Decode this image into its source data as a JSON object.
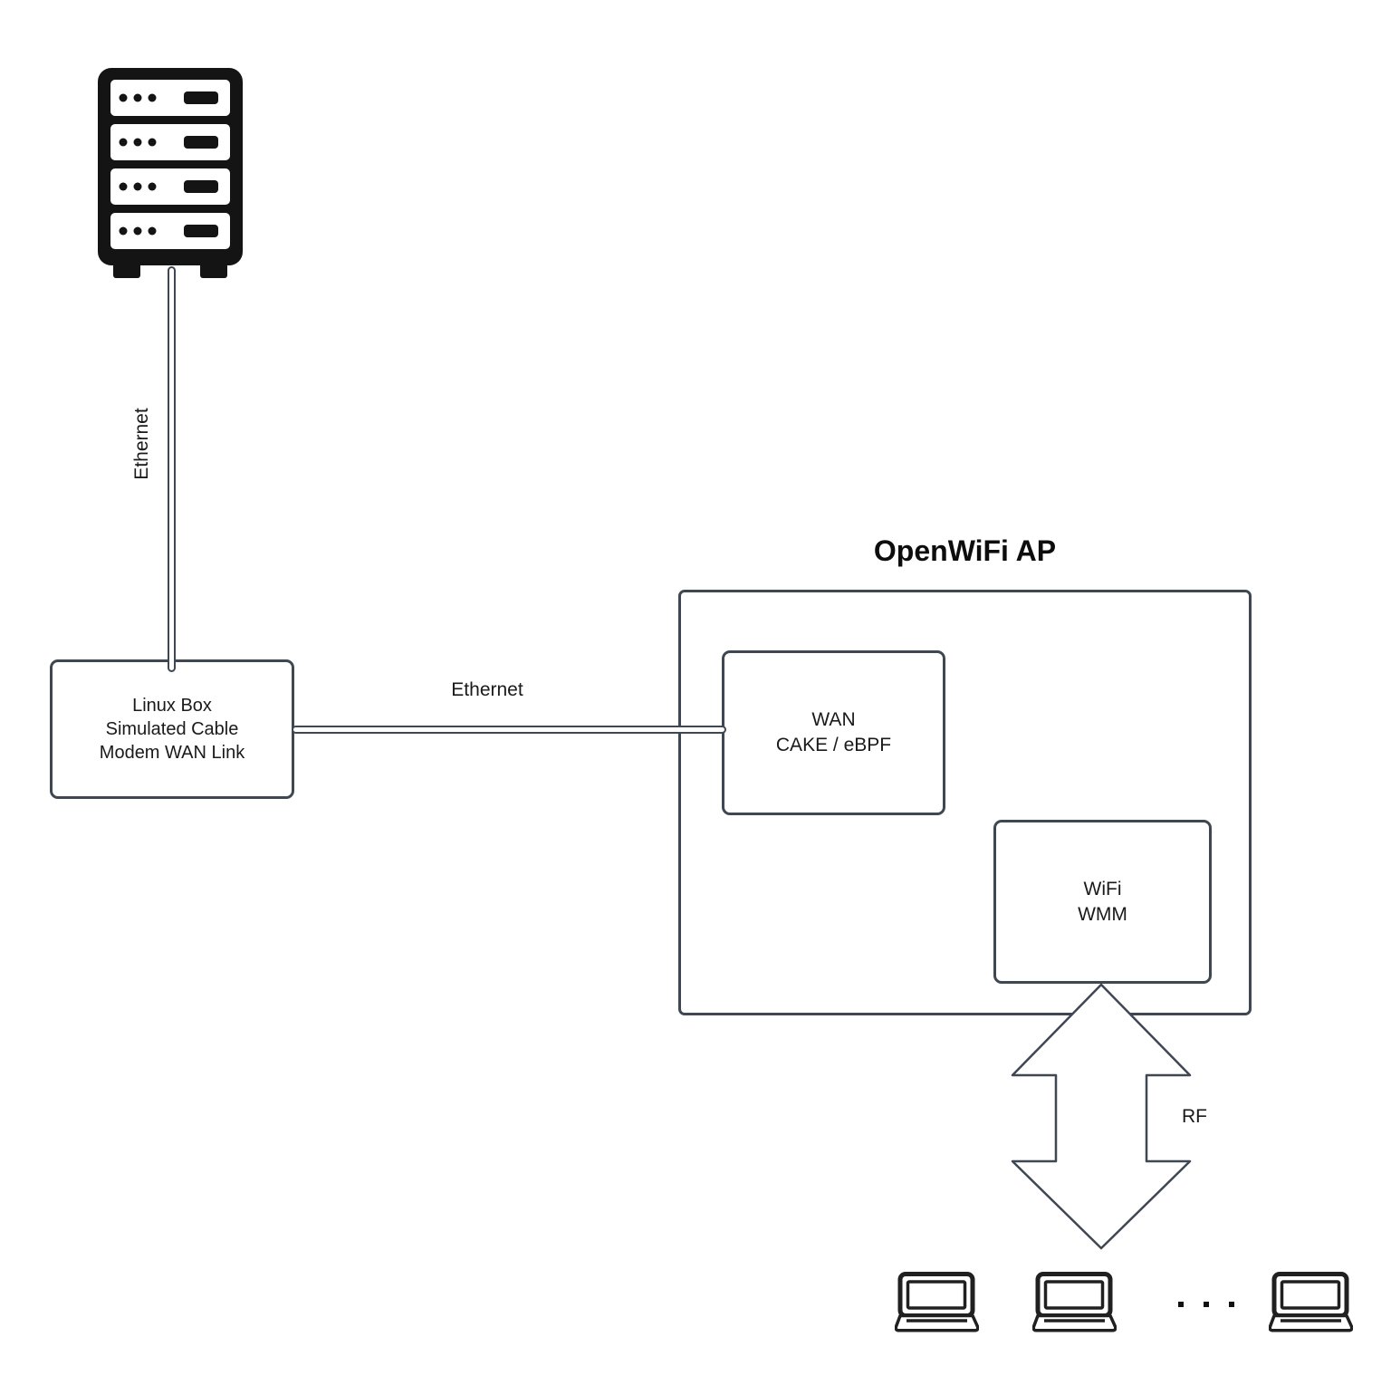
{
  "diagram": {
    "title": "OpenWiFi AP",
    "colors": {
      "stroke": "#3e4752",
      "icon": "#141414",
      "text": "#1a1a1a",
      "canvas": "#ffffff"
    },
    "nodes": {
      "server": {
        "icon": "server-rack",
        "rack_units": 4
      },
      "linux_box": {
        "lines": [
          "Linux Box",
          "Simulated Cable",
          "Modem WAN Link"
        ]
      },
      "openwifi_ap": {
        "label": "OpenWiFi AP"
      },
      "wan": {
        "lines": [
          "WAN",
          "CAKE / eBPF"
        ]
      },
      "wifi": {
        "lines": [
          "WiFi",
          "WMM"
        ]
      },
      "clients": {
        "icon": "laptop",
        "visible_count": 3,
        "ellipsis": ". . ."
      }
    },
    "edges": {
      "ethernet_vertical": {
        "label": "Ethernet",
        "from": "server",
        "to": "linux_box",
        "style": "double-line"
      },
      "ethernet_horizontal": {
        "label": "Ethernet",
        "from": "linux_box",
        "to": "wan",
        "style": "double-line"
      },
      "rf": {
        "label": "RF",
        "from": "wifi",
        "to": "clients",
        "style": "double-headed-arrow"
      }
    }
  }
}
